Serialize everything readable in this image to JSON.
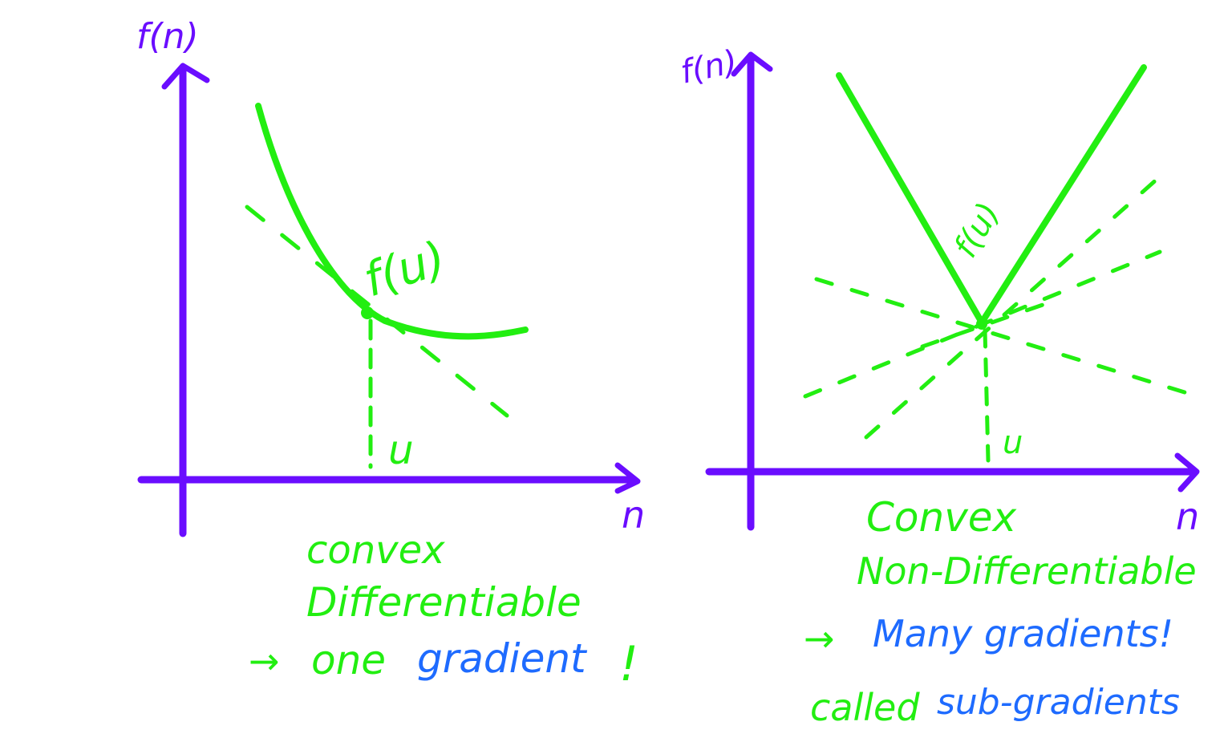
{
  "colors": {
    "axis": "#6a0dff",
    "curve": "#22ee11",
    "note_blue": "#1e6bff"
  },
  "left_panel": {
    "y_label": "f(n)",
    "x_label": "n",
    "point_label": "f(u)",
    "u_label": "u",
    "caption_line1": "convex",
    "caption_line2": "Differentiable",
    "arrow": "→",
    "caption_line3_a": "one",
    "caption_line3_b": "gradient",
    "caption_line3_c": "!"
  },
  "right_panel": {
    "y_label": "f(n)",
    "x_label": "n",
    "point_label": "f(u)",
    "u_label": "u",
    "caption_line1": "Convex",
    "caption_line2": "Non-Differentiable",
    "arrow": "→",
    "caption_line3": "Many gradients!",
    "caption_line4_a": "called",
    "caption_line4_b": "sub-gradients"
  }
}
